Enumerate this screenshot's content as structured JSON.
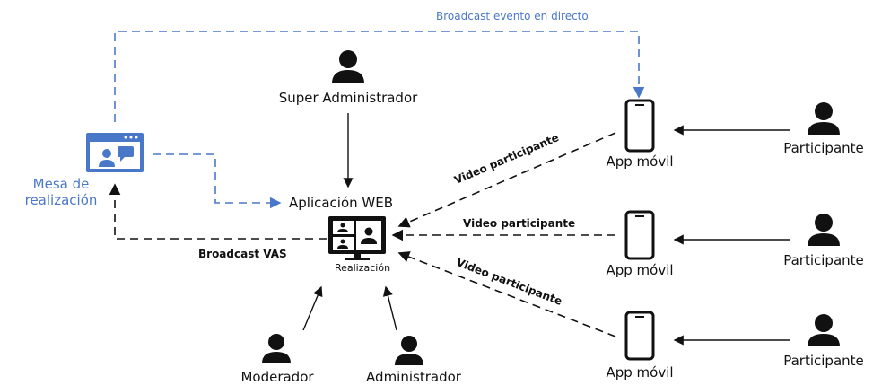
{
  "colors": {
    "accent": "#4a78c8",
    "ink": "#111111"
  },
  "labels": {
    "broadcast_live": "Broadcast evento en directo",
    "mesa_line1": "Mesa de",
    "mesa_line2": "realización",
    "super_admin": "Super Administrador",
    "app_web": "Aplicación WEB",
    "realizacion": "Realización",
    "broadcast_vas": "Broadcast VAS",
    "moderador": "Moderador",
    "administrador": "Administrador",
    "app_movil_1": "App móvil",
    "app_movil_2": "App móvil",
    "app_movil_3": "App móvil",
    "participante_1": "Participante",
    "participante_2": "Participante",
    "participante_3": "Participante",
    "video_1": "Video participante",
    "video_2": "Video participante",
    "video_3": "Video participante"
  },
  "icons": {
    "person": "person-icon",
    "phone": "smartphone-icon",
    "monitor": "video-conference-monitor-icon",
    "browser": "browser-window-icon"
  }
}
